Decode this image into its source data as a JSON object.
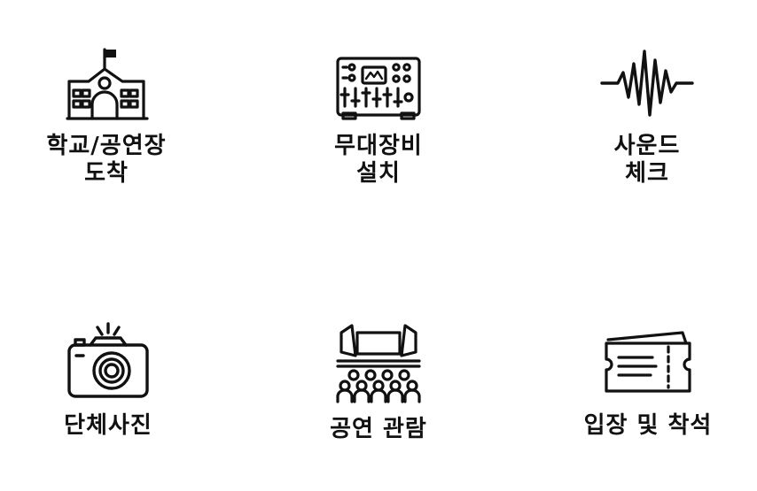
{
  "steps": [
    {
      "icon": "school-icon",
      "lines": [
        "학교/공연장",
        "도착"
      ]
    },
    {
      "icon": "mixer-console-icon",
      "lines": [
        "무대장비",
        "설치"
      ]
    },
    {
      "icon": "sound-wave-icon",
      "lines": [
        "사운드",
        "체크"
      ]
    },
    {
      "icon": "camera-icon",
      "lines": [
        "단체사진"
      ]
    },
    {
      "icon": "audience-stage-icon",
      "lines": [
        "공연 관람"
      ]
    },
    {
      "icon": "ticket-icon",
      "lines": [
        "입장 및 착석"
      ]
    }
  ],
  "colors": {
    "ink": "#111111",
    "background": "#ffffff"
  }
}
